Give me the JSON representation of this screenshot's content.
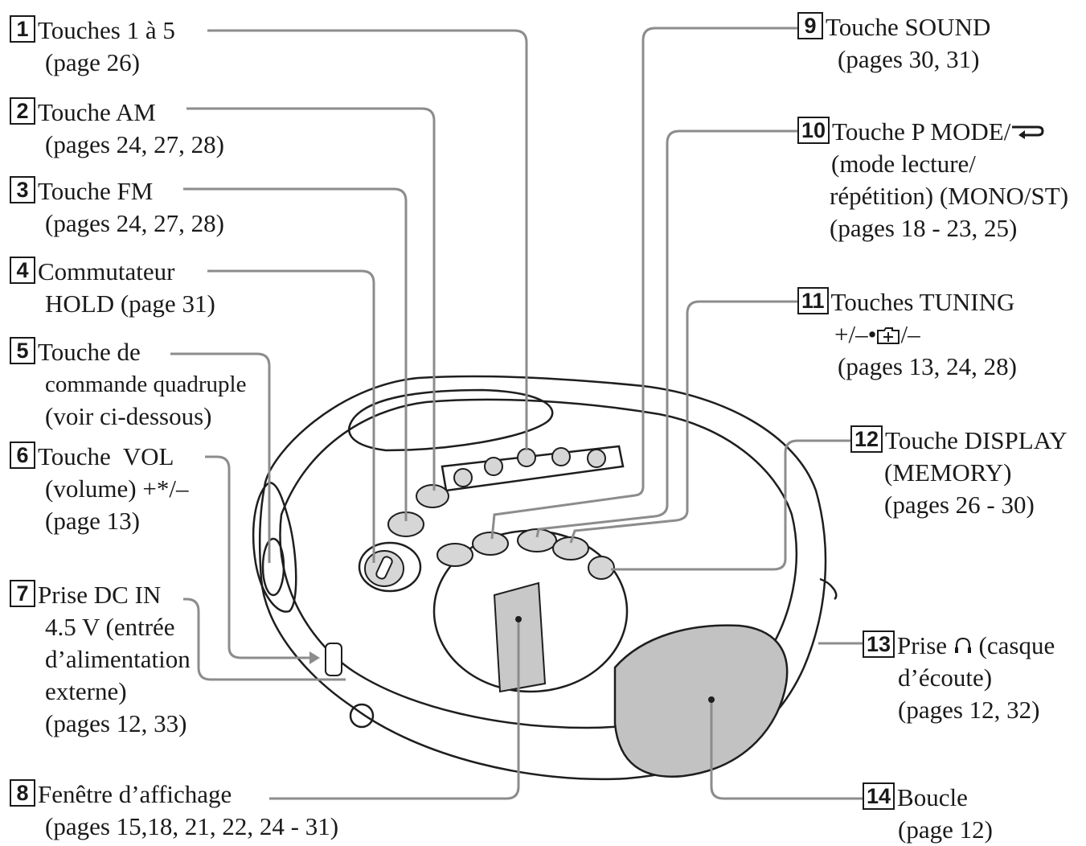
{
  "labels": {
    "l1": {
      "num": "1",
      "line1": "Touches 1 à 5",
      "line2": "(page 26)"
    },
    "l2": {
      "num": "2",
      "line1": "Touche AM",
      "line2": "(pages 24, 27, 28)"
    },
    "l3": {
      "num": "3",
      "line1": "Touche FM",
      "line2": "(pages 24, 27, 28)"
    },
    "l4": {
      "num": "4",
      "line1": "Commutateur",
      "line2": "HOLD (page 31)"
    },
    "l5": {
      "num": "5",
      "line1": "Touche de",
      "line2": "commande quadruple",
      "line3": "(voir ci-dessous)"
    },
    "l6": {
      "num": "6",
      "line1": "Touche  VOL",
      "line2": "(volume) +*/–",
      "line3": "(page 13)"
    },
    "l7": {
      "num": "7",
      "line1": "Prise DC IN",
      "line2": "4.5 V (entrée",
      "line3": "d’alimentation",
      "line4": "externe)",
      "line5": "(pages 12, 33)"
    },
    "l8": {
      "num": "8",
      "line1": "Fenêtre d’affichage",
      "line2": "(pages 15,18, 21, 22, 24 - 31)"
    },
    "l9": {
      "num": "9",
      "line1": "Touche SOUND",
      "line2": "(pages 30, 31)"
    },
    "l10": {
      "num": "10",
      "line1": "Touche P MODE/",
      "line2": "(mode lecture/",
      "line3": "répétition) (MONO/ST)",
      "line4": "(pages 18 - 23, 25)"
    },
    "l11": {
      "num": "11",
      "line1": "Touches TUNING",
      "line2": "+/–•",
      "line2b": "/–",
      "line3": "(pages 13, 24, 28)"
    },
    "l12": {
      "num": "12",
      "line1": "Touche DISPLAY",
      "line2": "(MEMORY)",
      "line3": "(pages 26 - 30)"
    },
    "l13": {
      "num": "13",
      "line1": "Prise",
      "line1b": "(casque",
      "line2": "d’écoute)",
      "line3": "(pages 12, 32)"
    },
    "l14": {
      "num": "14",
      "line1": "Boucle",
      "line2": "(page 12)"
    }
  },
  "icons": {
    "repeat": "repeat-arrow-icon",
    "group": "group-folder-icon",
    "headphones": "headphones-icon"
  }
}
